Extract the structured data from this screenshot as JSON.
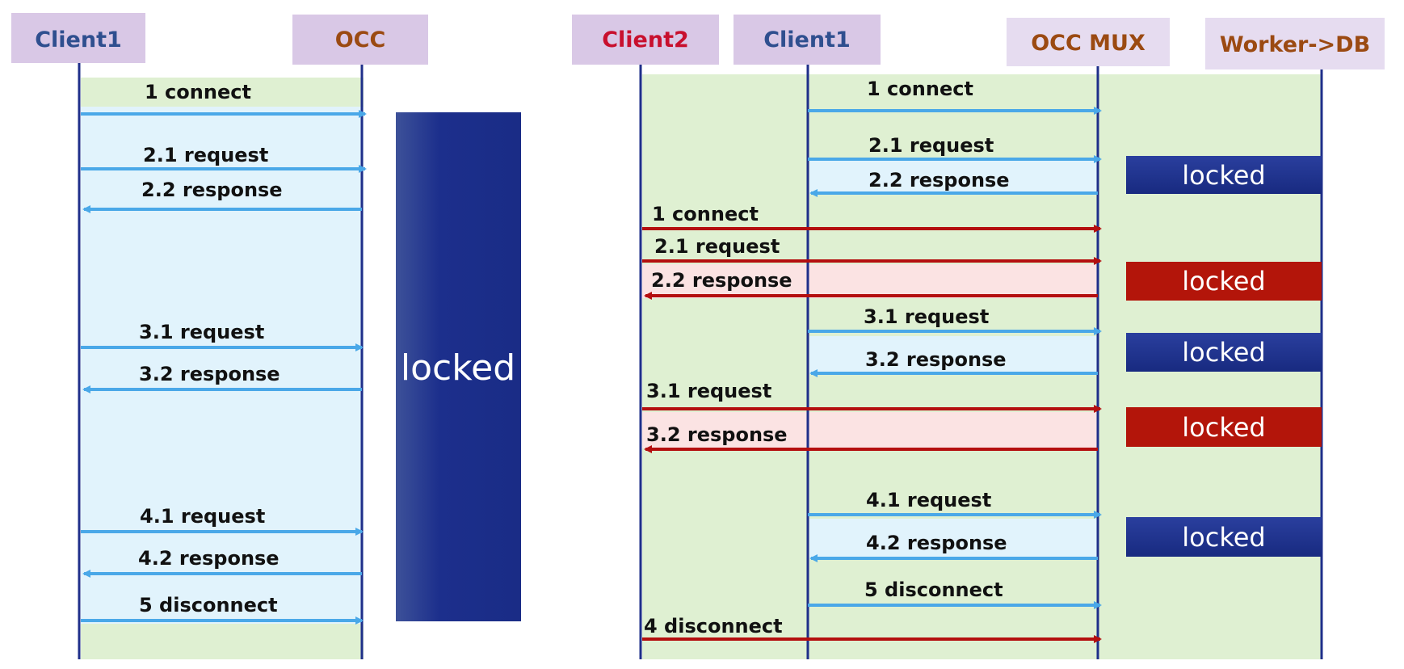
{
  "colors": {
    "actor_box": "#d9c8e6",
    "client_text": "#2f4f8f",
    "client2_text": "#c8102e",
    "occ_text": "#9b4a12",
    "lifeline": "#1f2f8a",
    "blue_arrow": "#4aa8e8",
    "red_arrow": "#b40f0f",
    "green_region": "#dff0d2",
    "blue_region": "#e1f3fc",
    "pink_region": "#fbe3e3",
    "lock_blue": "#1c2f8c",
    "lock_red": "#b3150a"
  },
  "left": {
    "actors": {
      "client1": "Client1",
      "occ": "OCC"
    },
    "messages": [
      {
        "id": "l-connect",
        "label": "1  connect",
        "direction": "right"
      },
      {
        "id": "l-req21",
        "label": "2.1  request",
        "direction": "right"
      },
      {
        "id": "l-resp22",
        "label": "2.2  response",
        "direction": "left"
      },
      {
        "id": "l-req31",
        "label": "3.1  request",
        "direction": "right"
      },
      {
        "id": "l-resp32",
        "label": "3.2  response",
        "direction": "left"
      },
      {
        "id": "l-req41",
        "label": "4.1  request",
        "direction": "right"
      },
      {
        "id": "l-resp42",
        "label": "4.2  response",
        "direction": "left"
      },
      {
        "id": "l-disc",
        "label": "5 disconnect",
        "direction": "right"
      }
    ],
    "lock_label": "locked"
  },
  "right": {
    "actors": {
      "client2": "Client2",
      "client1": "Client1",
      "occ_mux": "OCC MUX",
      "worker": "Worker->DB"
    },
    "messages": [
      {
        "id": "r-c1-connect",
        "label": "1  connect",
        "from": "Client1",
        "direction": "right"
      },
      {
        "id": "r-c1-req21",
        "label": "2.1  request",
        "from": "Client1",
        "direction": "right"
      },
      {
        "id": "r-c1-resp22",
        "label": "2.2  response",
        "from": "Client1",
        "direction": "left"
      },
      {
        "id": "r-c2-connect",
        "label": "1 connect",
        "from": "Client2",
        "direction": "right"
      },
      {
        "id": "r-c2-req21",
        "label": "2.1 request",
        "from": "Client2",
        "direction": "right"
      },
      {
        "id": "r-c2-resp22",
        "label": "2.2 response",
        "from": "Client2",
        "direction": "left"
      },
      {
        "id": "r-c1-req31",
        "label": "3.1  request",
        "from": "Client1",
        "direction": "right"
      },
      {
        "id": "r-c1-resp32",
        "label": "3.2 response",
        "from": "Client1",
        "direction": "left"
      },
      {
        "id": "r-c2-req31",
        "label": "3.1  request",
        "from": "Client2",
        "direction": "right"
      },
      {
        "id": "r-c2-resp32",
        "label": "3.2 response",
        "from": "Client2",
        "direction": "left"
      },
      {
        "id": "r-c1-req41",
        "label": "4.1  request",
        "from": "Client1",
        "direction": "right"
      },
      {
        "id": "r-c1-resp42",
        "label": "4.2  response",
        "from": "Client1",
        "direction": "left"
      },
      {
        "id": "r-c1-disc",
        "label": "5  disconnect",
        "from": "Client1",
        "direction": "right"
      },
      {
        "id": "r-c2-disc",
        "label": "4 disconnect",
        "from": "Client2",
        "direction": "right"
      }
    ],
    "locks": [
      {
        "id": "lock1",
        "label": "locked",
        "owner": "Client1"
      },
      {
        "id": "lock2",
        "label": "locked",
        "owner": "Client2"
      },
      {
        "id": "lock3",
        "label": "locked",
        "owner": "Client1"
      },
      {
        "id": "lock4",
        "label": "locked",
        "owner": "Client2"
      },
      {
        "id": "lock5",
        "label": "locked",
        "owner": "Client1"
      }
    ]
  }
}
